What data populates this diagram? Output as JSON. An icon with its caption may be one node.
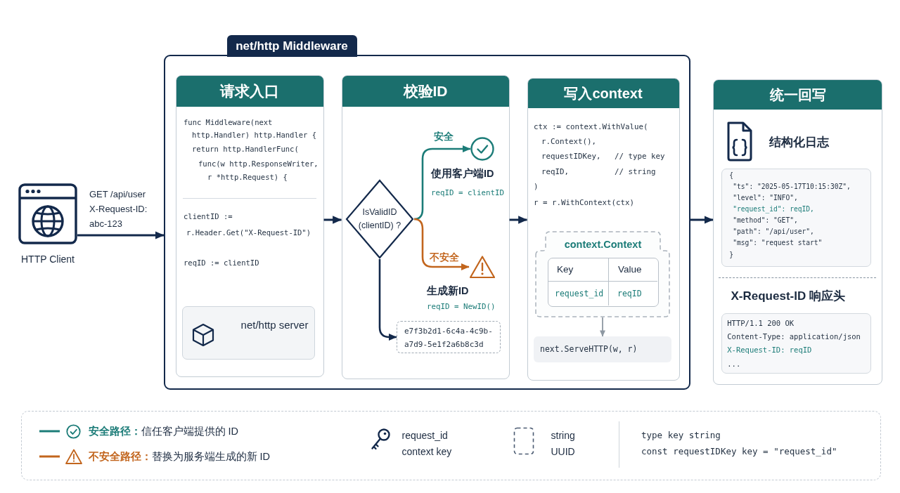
{
  "diagram": {
    "nodes": [
      {
        "text": [
          "HTTP Client"
        ]
      },
      {
        "text": [
          "net/http Middleware"
        ]
      },
      {
        "text": [
          "请求入口",
          "func Middleware(next",
          "http.Handler) http.Handler {",
          "return http.HandlerFunc(",
          "func(w http.ResponseWriter,",
          "r *http.Request) {",
          "clientID :=",
          "r.Header.Get(\"X-Request-ID\")",
          "reqID := clientID"
        ],
        "in": 1
      },
      {
        "text": [
          "net/http server"
        ],
        "in": 2
      },
      {
        "text": [
          "校验ID"
        ],
        "in": 1
      },
      {
        "text": [
          "IsValidID (clientID) ?"
        ],
        "in": 4
      },
      {
        "text": [],
        "shape": "circle",
        "in": 4,
        "beside": [
          "使用客户端ID",
          "reqID = clientID"
        ]
      },
      {
        "text": [],
        "shape": "triangle",
        "in": 4,
        "beside": [
          "生成新ID",
          "reqID = NewID()"
        ]
      },
      {
        "text": [
          "e7f3b2d1-6c4a-4c9b-a7d9-5e1f2a6b8c3d"
        ],
        "in": 4
      },
      {
        "text": [
          "写入context",
          "ctx := context.WithValue(",
          "r.Context(),",
          "requestIDKey,   // type key",
          "reqID,          // string",
          ")",
          "r = r.WithContext(ctx)"
        ],
        "in": 1
      },
      {
        "text": [
          "context.Context",
          "Key",
          "Value",
          "request_id",
          "reqID"
        ],
        "in": 9
      },
      {
        "text": [
          "next.ServeHTTP(w, r)"
        ],
        "in": 9
      },
      {
        "text": [
          "统一回写",
          "结构化日志",
          "X-Request-ID 响应头"
        ]
      },
      {
        "text": [
          "{",
          "\"ts\": \"2025-05-17T10:15:30Z\",",
          "\"level\": \"INFO\",",
          "\"request_id\": reqID,",
          "\"method\": \"GET\",",
          "\"path\": \"/api/user\",",
          "\"msg\": \"request start\"",
          "}"
        ],
        "in": 12
      },
      {
        "text": [
          "HTTP/1.1 200 OK",
          "Content-Type: application/json",
          "X-Request-ID: reqID",
          "..."
        ],
        "in": 12
      }
    ],
    "edges": [
      {
        "from": 0,
        "to": 1,
        "arrow": "to",
        "label": "GET /api/user X-Request-ID: abc-123"
      },
      {
        "from": 2,
        "to": 4,
        "arrow": "to"
      },
      {
        "from": 4,
        "to": 9,
        "arrow": "to"
      },
      {
        "from": 1,
        "to": 12,
        "arrow": "to"
      },
      {
        "from": 5,
        "to": 6,
        "arrow": "to",
        "label": "安全",
        "color": "#1c7c78"
      },
      {
        "from": 5,
        "to": 7,
        "arrow": "to",
        "label": "不安全",
        "color": "#c2651d"
      },
      {
        "from": 5,
        "to": 8,
        "arrow": "to"
      },
      {
        "from": 10,
        "to": 11,
        "arrow": "to",
        "color": "#8e98a2"
      }
    ],
    "labels": [
      "type key string",
      "const requestIDKey key = \"request_id\""
    ],
    "legend": [
      {
        "text": "**安全路径：**信任客户端提供的 ID"
      },
      {
        "text": "**不安全路径：**替换为服务端生成的新 ID"
      },
      {
        "text": "request_id context key"
      },
      {
        "text": "string UUID"
      }
    ]
  }
}
